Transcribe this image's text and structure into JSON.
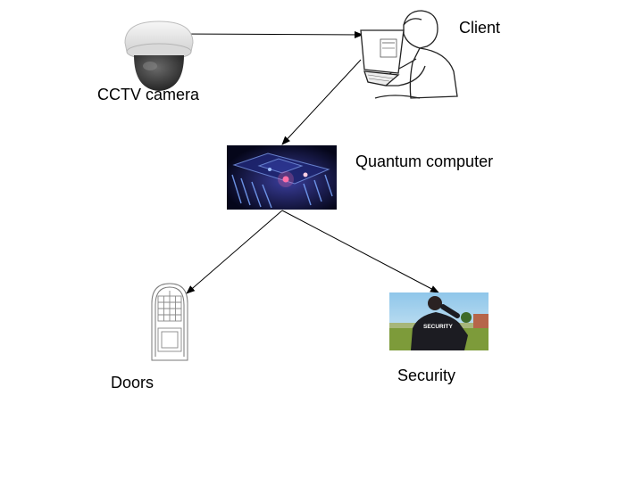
{
  "diagram": {
    "nodes": [
      {
        "id": "cctv",
        "label": "CCTV camera",
        "icon": "cctv-camera-icon"
      },
      {
        "id": "client",
        "label": "Client",
        "icon": "person-at-laptop-icon"
      },
      {
        "id": "quantum",
        "label": "Quantum computer",
        "icon": "quantum-chip-icon"
      },
      {
        "id": "doors",
        "label": "Doors",
        "icon": "door-icon"
      },
      {
        "id": "security",
        "label": "Security",
        "icon": "security-guard-icon"
      }
    ],
    "edges": [
      {
        "from": "cctv",
        "to": "client"
      },
      {
        "from": "client",
        "to": "quantum"
      },
      {
        "from": "quantum",
        "to": "doors"
      },
      {
        "from": "quantum",
        "to": "security"
      }
    ]
  },
  "colors": {
    "line": "#000000",
    "chip_bg": "#0a0d2e",
    "chip_glow": "#ff6fa8",
    "camera_body": "#e8e8e8",
    "camera_dome": "#3a3a3a",
    "sky": "#a9d3ec",
    "grass": "#7d9b3a",
    "guard": "#1c1c22"
  }
}
